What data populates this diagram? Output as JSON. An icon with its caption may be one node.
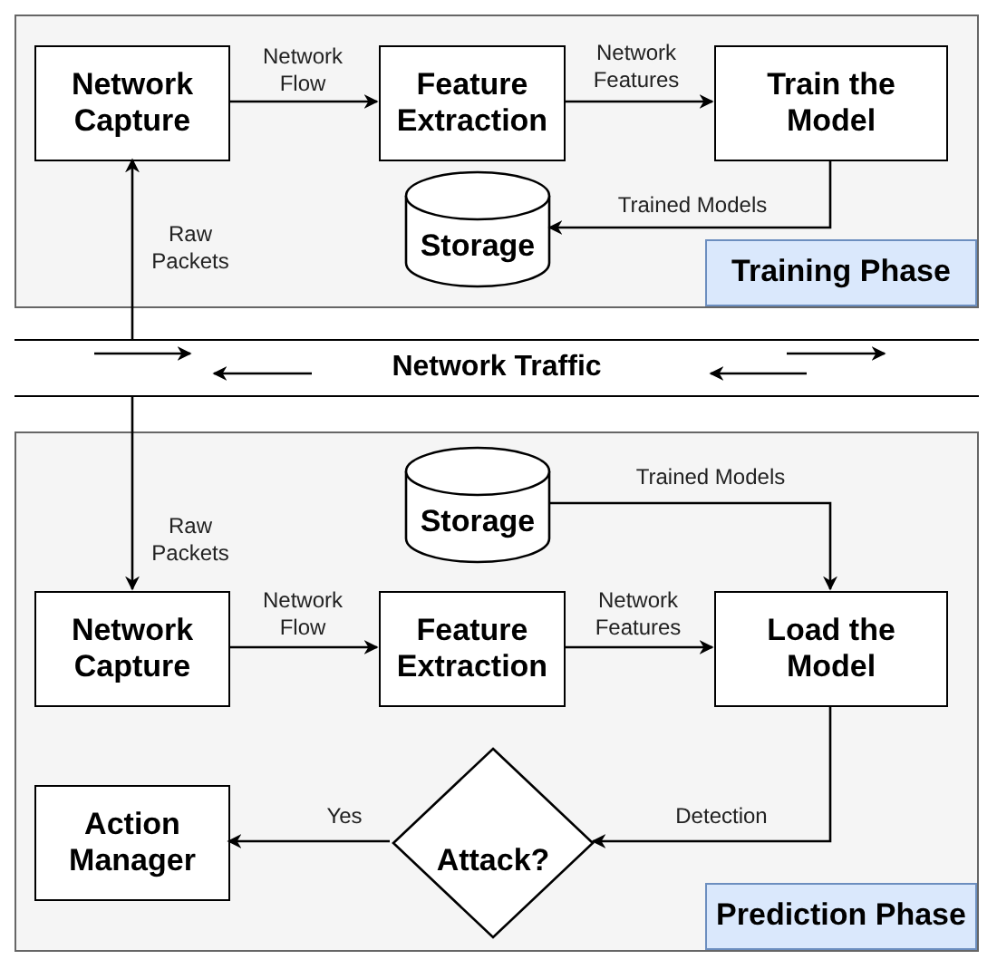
{
  "diagram": {
    "nodes": [
      {
        "text": [
          "Training Phase"
        ]
      },
      {
        "text": [
          "Network Capture"
        ],
        "in": 0
      },
      {
        "text": [
          "Feature Extraction"
        ],
        "in": 0
      },
      {
        "text": [
          "Train the Model"
        ],
        "in": 0
      },
      {
        "text": [
          "Storage"
        ],
        "in": 0
      },
      {
        "text": [
          "Network Traffic"
        ]
      },
      {
        "text": [
          "Prediction Phase"
        ]
      },
      {
        "text": [
          "Storage"
        ],
        "in": 6
      },
      {
        "text": [
          "Network Capture"
        ],
        "in": 6
      },
      {
        "text": [
          "Feature Extraction"
        ],
        "in": 6
      },
      {
        "text": [
          "Load the Model"
        ],
        "in": 6
      },
      {
        "text": [
          "Action Manager"
        ],
        "in": 6
      },
      {
        "text": [
          "Attack?"
        ],
        "in": 6
      }
    ],
    "edges": [
      {
        "from": 5,
        "to": 1,
        "arrow": "to",
        "label": "Raw Packets"
      },
      {
        "from": 1,
        "to": 2,
        "arrow": "to",
        "label": "Network Flow"
      },
      {
        "from": 2,
        "to": 3,
        "arrow": "to",
        "label": "Network Features"
      },
      {
        "from": 3,
        "to": 4,
        "arrow": "to",
        "label": "Trained Models"
      },
      {
        "from": 5,
        "to": 8,
        "arrow": "to",
        "label": "Raw Packets"
      },
      {
        "from": 7,
        "to": 10,
        "arrow": "to",
        "label": "Trained Models"
      },
      {
        "from": 8,
        "to": 9,
        "arrow": "to",
        "label": "Network Flow"
      },
      {
        "from": 9,
        "to": 10,
        "arrow": "to",
        "label": "Network Features"
      },
      {
        "from": 10,
        "to": 12,
        "arrow": "to",
        "label": "Detection"
      },
      {
        "from": 12,
        "to": 11,
        "arrow": "to",
        "label": "Yes"
      }
    ]
  }
}
